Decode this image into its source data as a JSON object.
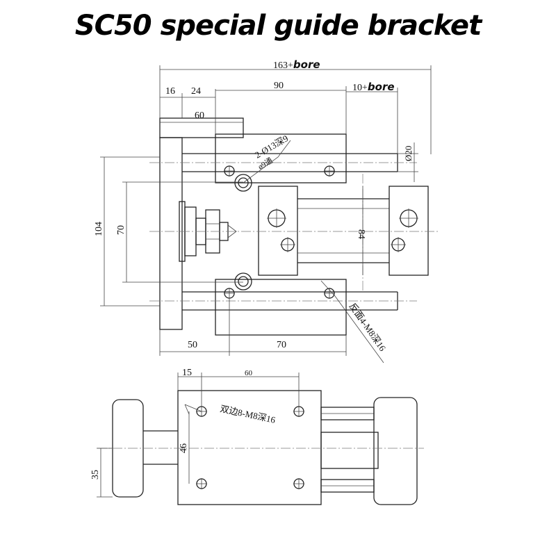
{
  "title": "SC50 special guide bracket",
  "dimensions": {
    "overall_prefix": "163+",
    "overall_suffix": "bore",
    "d16": "16",
    "d24": "24",
    "d90": "90",
    "d10_prefix": "10+",
    "d10_suffix": "bore",
    "d60_top": "60",
    "d20": "Ø20",
    "d104": "104",
    "d70_vertical": "70",
    "d84": "84",
    "d50": "50",
    "d70_bottom": "70",
    "d15": "15",
    "d60_side": "60",
    "d46": "46",
    "d35": "35"
  },
  "annotations": {
    "hole_callout_1": "2-Ø13深9",
    "hole_callout_2": "ø9通",
    "reverse_callout": "反面4-M8深16",
    "side_callout": "双边8-M8深16"
  }
}
